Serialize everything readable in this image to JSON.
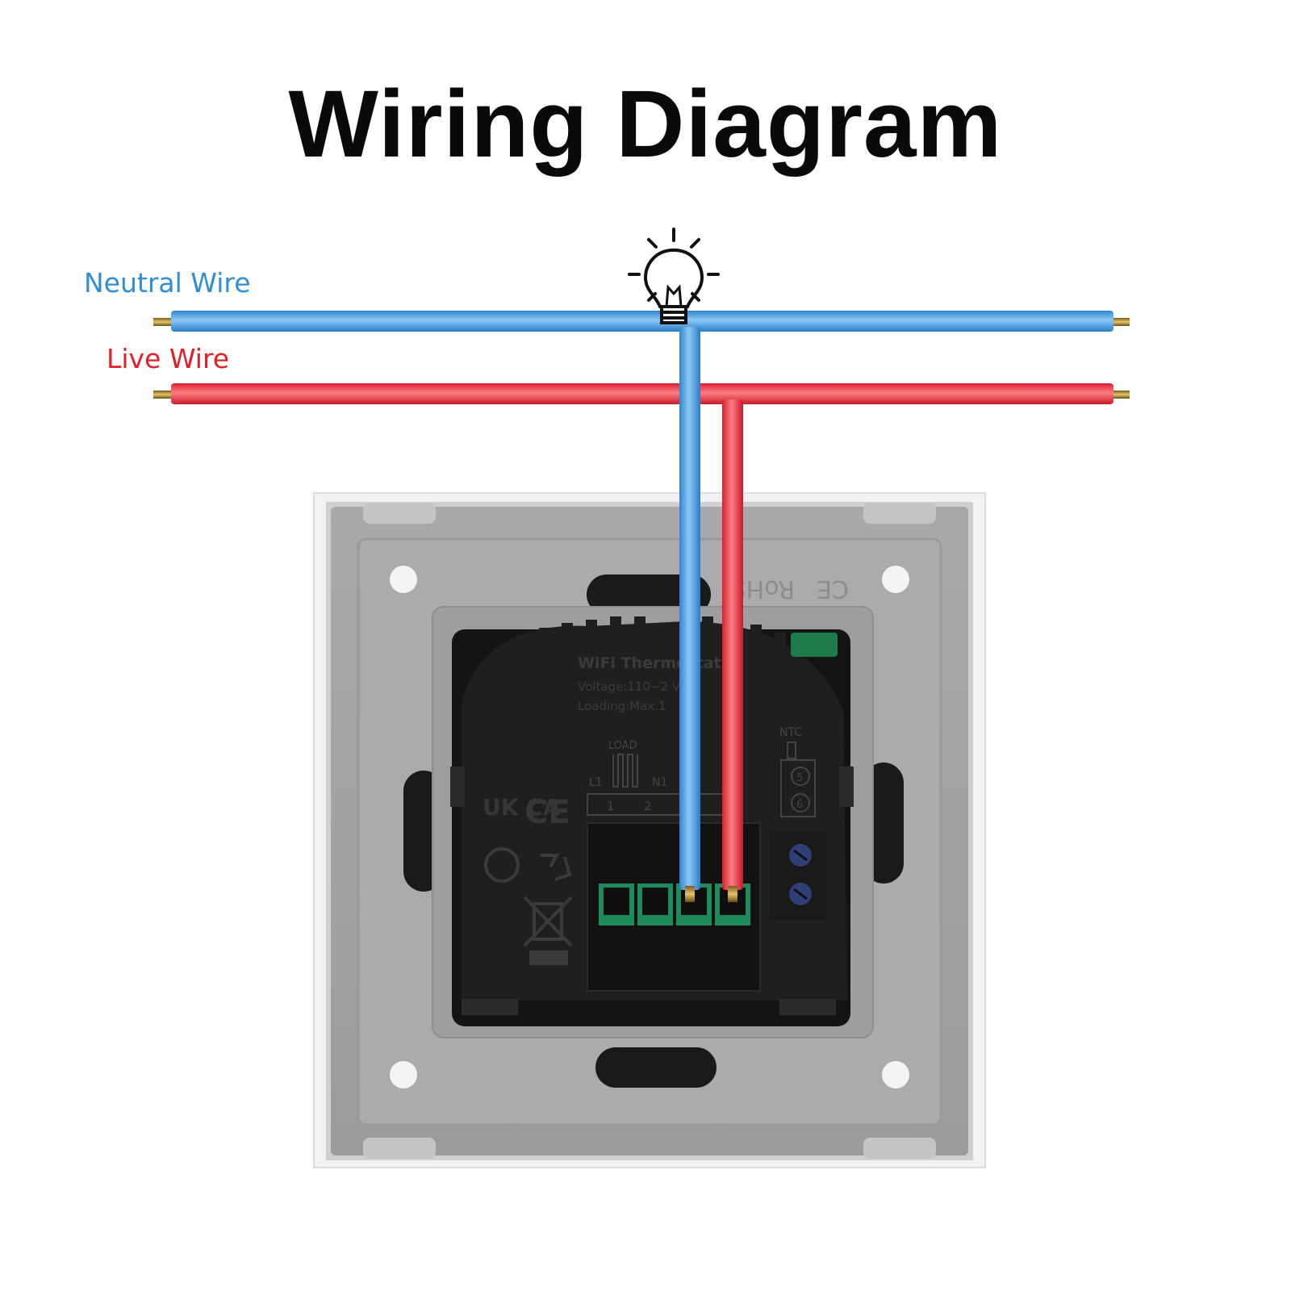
{
  "title": "Wiring Diagram",
  "labels": {
    "neutral": "Neutral Wire",
    "live": "Live Wire"
  },
  "device_marks": {
    "product": "WiFi Thermostat",
    "voltage": "Voltage:110~2  V AC",
    "loading": "Loading:Max.1",
    "load": "LOAD",
    "l1": "L1",
    "n1": "N1",
    "terminal_1": "1",
    "terminal_2": "2",
    "ntc": "NTC",
    "terminal_5": "5",
    "terminal_6": "6",
    "ukca": "UK CA",
    "ce": "CE",
    "rohs": "RoHS",
    "ce_rotated": "CE"
  },
  "colors": {
    "neutral": "#3a9be3",
    "live": "#f0293a",
    "frame": "#ededee",
    "plate": "#a3a3a5",
    "housing": "#1a1a1a",
    "terminal": "#1f8a5a"
  },
  "icons": [
    "lightbulb-icon",
    "weee-bin-icon",
    "recycle-icon"
  ]
}
